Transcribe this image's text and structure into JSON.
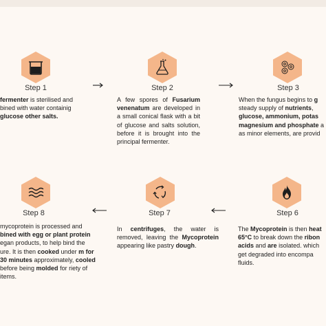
{
  "colors": {
    "hex_fill": "#f4b68a",
    "icon_stroke": "#1e1e1e",
    "background": "#fdf8f3"
  },
  "steps": [
    {
      "label": "Step 1",
      "icon": "fermenter-icon",
      "parts": [
        {
          "t": " fermenter",
          "b": true
        },
        {
          "t": " is sterilised and "
        },
        {
          "t": "bined with water containig "
        },
        {
          "t": "glucose",
          "b": true
        },
        {
          "t": " "
        },
        {
          "t": "other salts.",
          "b": true
        }
      ]
    },
    {
      "label": "Step 2",
      "icon": "flask-icon",
      "parts": [
        {
          "t": "A few spores of "
        },
        {
          "t": "Fusarium venenatum",
          "b": true
        },
        {
          "t": " are developed in a small conical flask with a bit of glucose and salts solution, before it is brought into the principal fermenter."
        }
      ]
    },
    {
      "label": "Step 3",
      "icon": "cells-icon",
      "parts": [
        {
          "t": "When the fungus begins to "
        },
        {
          "t": "g",
          "b": true
        },
        {
          "t": " steady supply of "
        },
        {
          "t": "nutrients",
          "b": true
        },
        {
          "t": ", "
        },
        {
          "t": "glucose, ammonium, potas",
          "b": true
        },
        {
          "t": " "
        },
        {
          "t": "magnesium and phosphate",
          "b": true
        },
        {
          "t": " a as minor elements, are provid"
        }
      ]
    },
    {
      "label": "Step 6",
      "icon": "flame-icon",
      "parts": [
        {
          "t": "The "
        },
        {
          "t": "Mycoprotein",
          "b": true
        },
        {
          "t": " is then "
        },
        {
          "t": "heat",
          "b": true
        },
        {
          "t": " "
        },
        {
          "t": "65°C",
          "b": true
        },
        {
          "t": " to break down the "
        },
        {
          "t": "ribon",
          "b": true
        },
        {
          "t": " "
        },
        {
          "t": "acids",
          "b": true
        },
        {
          "t": " and "
        },
        {
          "t": "are",
          "b": true
        },
        {
          "t": " isolated. which get degraded into encompa fluids."
        }
      ]
    },
    {
      "label": "Step 7",
      "icon": "centrifuge-icon",
      "parts": [
        {
          "t": "In "
        },
        {
          "t": "centrifuges",
          "b": true
        },
        {
          "t": ", the water is removed, leaving the "
        },
        {
          "t": "Mycoprotein",
          "b": true
        },
        {
          "t": " appearing like pastry "
        },
        {
          "t": "dough",
          "b": true
        },
        {
          "t": "."
        }
      ]
    },
    {
      "label": "Step 8",
      "icon": "waves-icon",
      "parts": [
        {
          "t": " mycoprotein is processed and "
        },
        {
          "t": "bined with egg or plant protein",
          "b": true
        },
        {
          "t": " egan products, to help bind the ure. It is then "
        },
        {
          "t": "cooked",
          "b": true
        },
        {
          "t": " under "
        },
        {
          "t": "m for 30 minutes",
          "b": true
        },
        {
          "t": " approximately, "
        },
        {
          "t": "cooled",
          "b": true
        },
        {
          "t": " before being "
        },
        {
          "t": "molded",
          "b": true
        },
        {
          "t": " for riety of items."
        }
      ]
    }
  ]
}
